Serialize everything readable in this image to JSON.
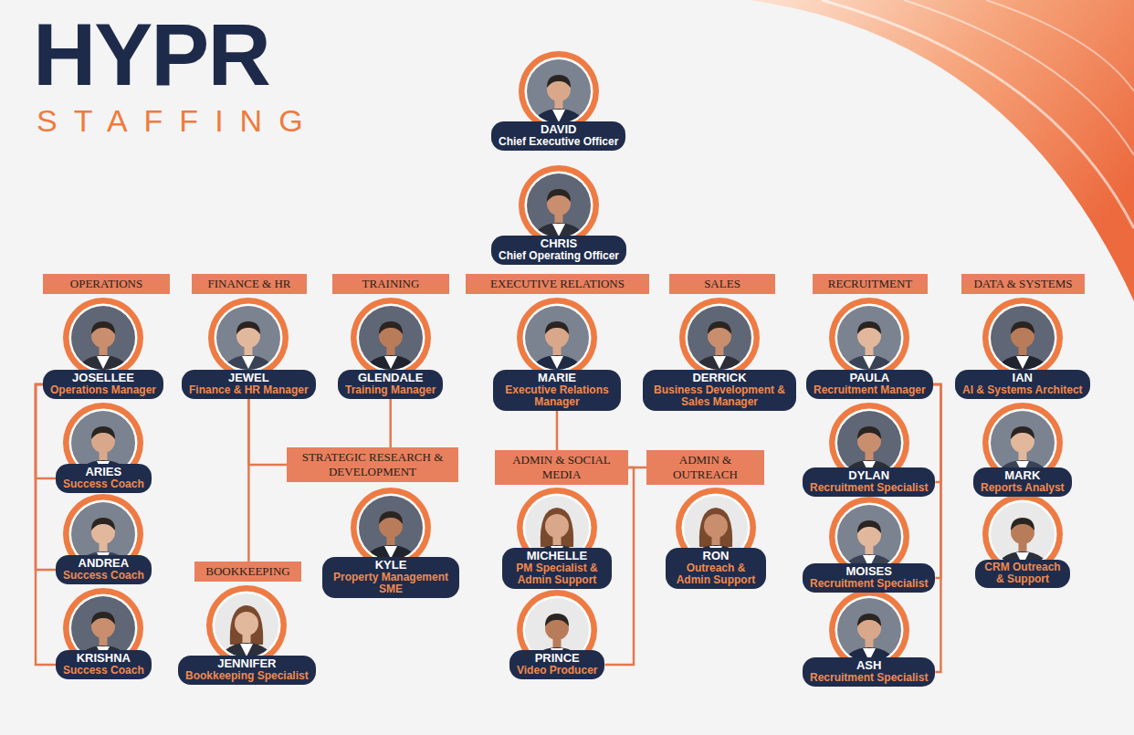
{
  "diagram": {
    "nodes": [
      {
        "text": [
          "DAVID",
          "Chief Executive Officer"
        ]
      },
      {
        "text": [
          "CHRIS",
          "Chief Operating Officer"
        ]
      },
      {
        "text": [
          "OPERATIONS"
        ]
      },
      {
        "text": [
          "FINANCE & HR"
        ]
      },
      {
        "text": [
          "TRAINING"
        ]
      },
      {
        "text": [
          "EXECUTIVE RELATIONS"
        ]
      },
      {
        "text": [
          "SALES"
        ]
      },
      {
        "text": [
          "RECRUITMENT"
        ]
      },
      {
        "text": [
          "DATA & SYSTEMS"
        ]
      },
      {
        "text": [
          "JOSELLEE",
          "Operations Manager"
        ]
      },
      {
        "text": [
          "JEWEL",
          "Finance & HR Manager"
        ]
      },
      {
        "text": [
          "GLENDALE",
          "Training Manager"
        ]
      },
      {
        "text": [
          "MARIE",
          "Executive Relations Manager"
        ]
      },
      {
        "text": [
          "DERRICK",
          "Business Development & Sales Manager"
        ]
      },
      {
        "text": [
          "PAULA",
          "Recruitment Manager"
        ]
      },
      {
        "text": [
          "IAN",
          "AI & Systems Architect"
        ]
      },
      {
        "text": [
          "ARIES",
          "Success Coach"
        ]
      },
      {
        "text": [
          "DYLAN",
          "Recruitment Specialist"
        ]
      },
      {
        "text": [
          "MARK",
          "Reports Analyst"
        ]
      },
      {
        "text": [
          "STRATEGIC RESEARCH & DEVELOPMENT"
        ]
      },
      {
        "text": [
          "ADMIN & SOCIAL MEDIA"
        ]
      },
      {
        "text": [
          "ADMIN & OUTREACH"
        ]
      },
      {
        "text": [
          "ANDREA",
          "Success Coach"
        ]
      },
      {
        "text": [
          "KYLE",
          "Property Management SME"
        ]
      },
      {
        "text": [
          "MICHELLE",
          "PM Specialist & Admin Support"
        ]
      },
      {
        "text": [
          "RON",
          "Outreach & Admin Support"
        ]
      },
      {
        "text": [
          "MOISES",
          "Recruitment Specialist"
        ]
      },
      {
        "text": [
          "CRM Outreach & Support"
        ]
      },
      {
        "text": [
          "BOOKKEEPING"
        ]
      },
      {
        "text": [
          "KRISHNA",
          "Success Coach"
        ]
      },
      {
        "text": [
          "JENNIFER",
          "Bookkeeping Specialist"
        ]
      },
      {
        "text": [
          "PRINCE",
          "Video Producer"
        ]
      },
      {
        "text": [
          "ASH",
          "Recruitment Specialist"
        ]
      }
    ],
    "edges": [
      {
        "from": 9,
        "to": 16,
        "arrow": "none"
      },
      {
        "from": 9,
        "to": 22,
        "arrow": "none"
      },
      {
        "from": 9,
        "to": 29,
        "arrow": "none"
      },
      {
        "from": 10,
        "to": 28,
        "arrow": "none"
      },
      {
        "from": 10,
        "to": 19,
        "arrow": "none"
      },
      {
        "from": 11,
        "to": 19,
        "arrow": "none"
      },
      {
        "from": 12,
        "to": 20,
        "arrow": "none"
      },
      {
        "from": 20,
        "to": 21,
        "arrow": "none"
      },
      {
        "from": 20,
        "to": 31,
        "arrow": "none"
      },
      {
        "from": 14,
        "to": 17,
        "arrow": "none"
      },
      {
        "from": 14,
        "to": 26,
        "arrow": "none"
      },
      {
        "from": 14,
        "to": 32,
        "arrow": "none"
      }
    ],
    "labels": [
      "HYPR",
      "STAFFING"
    ]
  }
}
